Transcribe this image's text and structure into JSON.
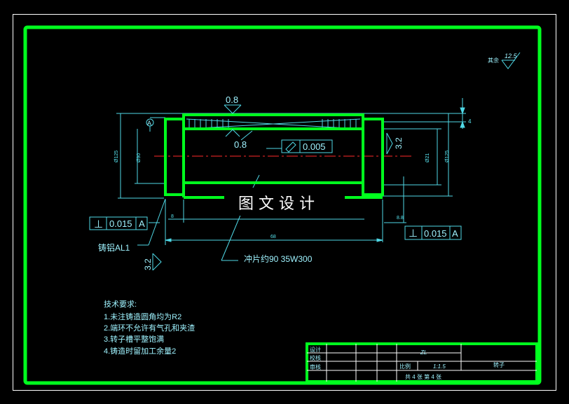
{
  "drawing": {
    "watermark": "图 文 设 计",
    "surface_note": "其余",
    "surface_roughness_default": "12.5",
    "roughness_top": "0.8",
    "roughness_bottom": "0.8",
    "roughness_right": "3.2",
    "roughness_left": "3.2",
    "datum": "A",
    "runout_value": "0.005",
    "tolerance_left": {
      "symbol": "⊥",
      "value": "0.015",
      "datum": "A"
    },
    "tolerance_right": {
      "symbol": "⊥",
      "value": "0.015",
      "datum": "A"
    },
    "material_label": "铸铝AL1",
    "lamination_note": "冲片约90  35W300",
    "dimensions": {
      "top_right": "4",
      "dia_outer_left": "Ø125",
      "dia_inner_left": "Ø90",
      "dia_shaft": "Ø21",
      "dia_outer_right": "Ø125",
      "right_small": "8.8",
      "length_bottom": "68",
      "len_left": "8"
    }
  },
  "tech_requirements": {
    "title": "技术要求:",
    "items": [
      "1.未注铸造圆角均为R2",
      "2.端环不允许有气孔和夹渣",
      "3.转子槽平整饱满",
      "4.铸造时留加工余量2"
    ]
  },
  "title_block": {
    "row_design": "设计",
    "row_check": "校核",
    "row_review": "审核",
    "material": "ZL",
    "scale_label": "比例",
    "scale_value": "1:1.5",
    "part_name": "转子",
    "sheets": "共 4 张  第 4 张"
  },
  "colors": {
    "frame": "#00ff1e",
    "cyan": "#4fd8e6",
    "centerline": "#ff2a2a",
    "text": "#9ff3ff"
  }
}
